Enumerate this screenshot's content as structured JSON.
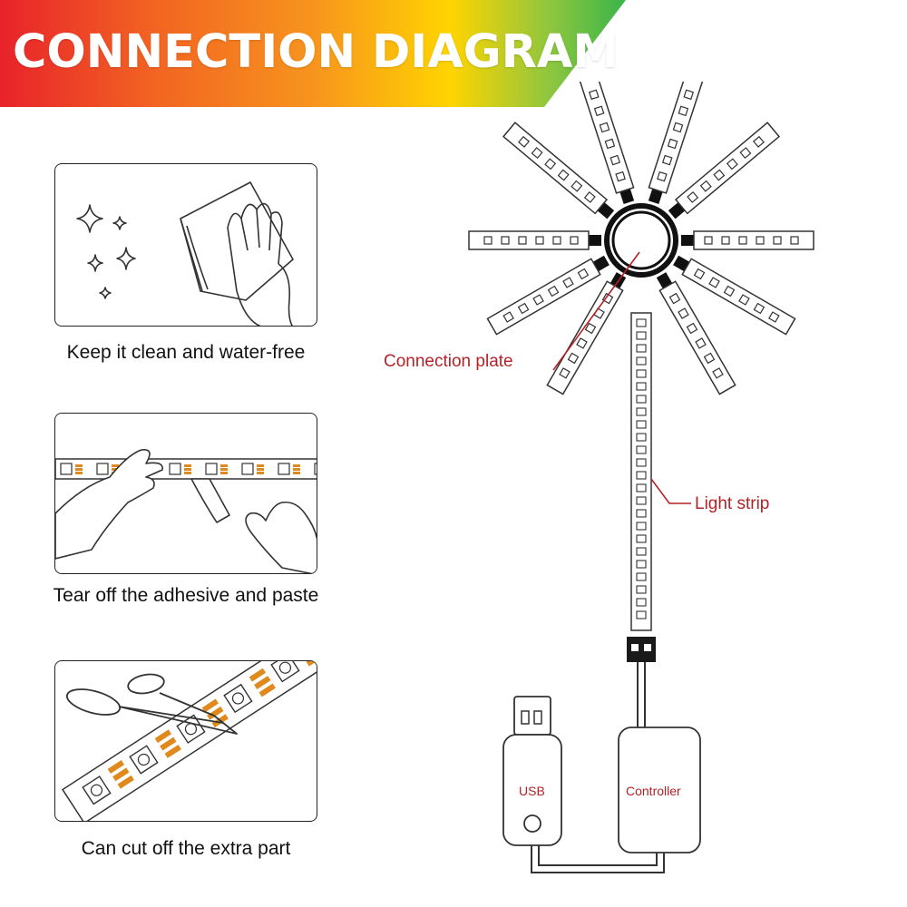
{
  "banner": {
    "title": "CONNECTION DIAGRAM",
    "gradient": [
      "#e8232a",
      "#f26522",
      "#f7941d",
      "#ffd400",
      "#8dc63f",
      "#39b54a"
    ]
  },
  "steps": [
    {
      "caption": "Keep it clean and water-free",
      "icon": "cloth-wipe-icon"
    },
    {
      "caption": "Tear off the adhesive and paste",
      "icon": "peel-tape-icon"
    },
    {
      "caption": "Can cut off the extra part",
      "icon": "scissors-cut-icon"
    }
  ],
  "diagram": {
    "connection_plate_label": "Connection plate",
    "light_strip_label": "Light strip",
    "usb_label": "USB",
    "controller_label": "Controller",
    "label_color": "#b32227",
    "strip_accent": "#e08a1e"
  }
}
